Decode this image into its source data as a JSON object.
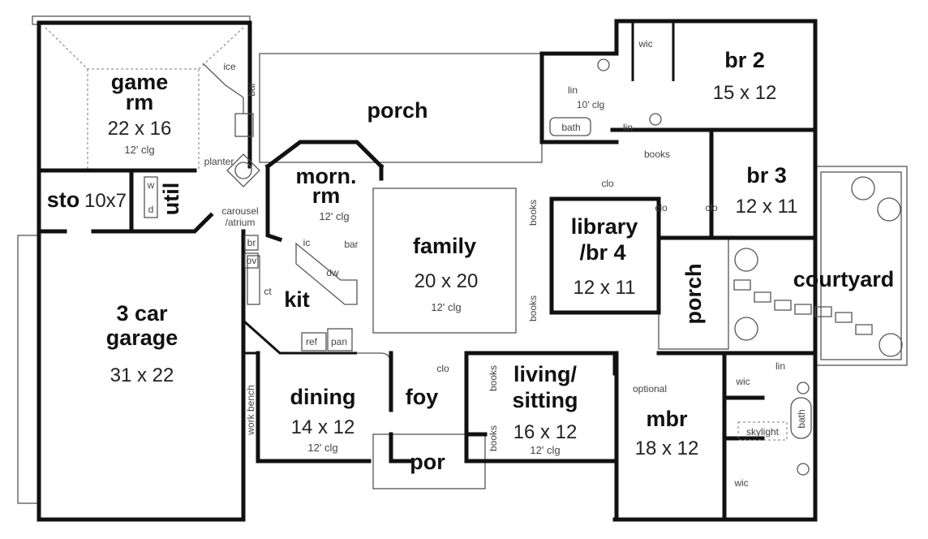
{
  "rooms": {
    "game": {
      "name1": "game",
      "name2": "rm",
      "size": "22 x 16",
      "clg": "12' clg"
    },
    "sto": {
      "name": "sto",
      "size": "10x7"
    },
    "util": {
      "name": "util"
    },
    "garage": {
      "name1": "3 car",
      "name2": "garage",
      "size": "31 x 22"
    },
    "porch_front": {
      "name": "porch"
    },
    "morn": {
      "name1": "morn.",
      "name2": "rm",
      "clg": "12' clg"
    },
    "family": {
      "name": "family",
      "size": "20 x 20",
      "clg": "12' clg"
    },
    "kit": {
      "name": "kit"
    },
    "dining": {
      "name": "dining",
      "size": "14 x 12",
      "clg": "12' clg"
    },
    "foy": {
      "name": "foy"
    },
    "por": {
      "name": "por"
    },
    "living": {
      "name1": "living/",
      "name2": "sitting",
      "size": "16 x 12",
      "clg": "12' clg"
    },
    "mbr": {
      "name": "mbr",
      "size": "18 x 12"
    },
    "library": {
      "name1": "library",
      "name2": "/br 4",
      "size": "12 x 11"
    },
    "br2": {
      "name": "br 2",
      "size": "15 x 12"
    },
    "br3": {
      "name": "br 3",
      "size": "12 x 11"
    },
    "porch_side": {
      "name": "porch"
    },
    "courtyard": {
      "name": "courtyard"
    }
  },
  "labels": {
    "ice": "ice",
    "bar": "bar",
    "planter": "planter",
    "carousel": "carousel",
    "atrium": "/atrium",
    "w": "w",
    "d": "d",
    "br": "br",
    "ov": "ov",
    "ct": "ct",
    "kit_bar": "bar",
    "ic": "ic",
    "dw": "dw",
    "ref": "ref",
    "pan": "pan",
    "work_bench": "work bench",
    "wic_br2": "wic",
    "lin1": "lin",
    "clg10": "10' clg",
    "bath": "bath",
    "lin2": "lin",
    "books_hall": "books",
    "clo1": "clo",
    "clo2": "clo",
    "clo3": "clo",
    "books_lib1": "books",
    "books_lib2": "books",
    "clo_foy": "clo",
    "books_liv1": "books",
    "books_liv2": "books",
    "optional": "optional",
    "wic_m1": "wic",
    "wic_m2": "wic",
    "lin_m": "lin",
    "skylight": "skylight",
    "bath_m": "bath"
  }
}
